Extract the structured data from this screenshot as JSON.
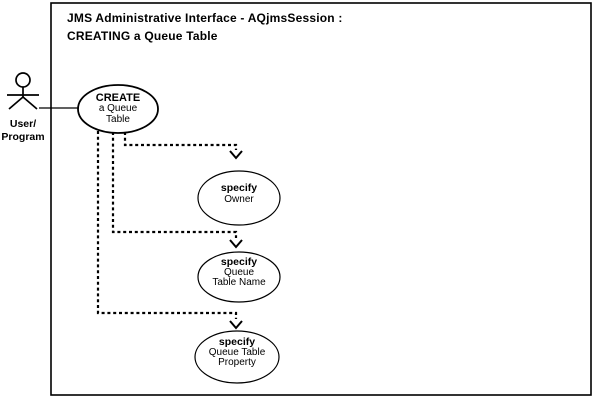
{
  "diagram": {
    "title_line1": "JMS Administrative Interface - AQjmsSession :",
    "title_line2": "CREATING a Queue Table"
  },
  "actor": {
    "label_line1": "User/",
    "label_line2": "Program"
  },
  "use_cases": {
    "create": {
      "line1": "CREATE",
      "line2": "a Queue",
      "line3": "Table"
    },
    "specify_owner": {
      "line1": "specify",
      "line2": "Owner"
    },
    "specify_queue_table_name": {
      "line1": "specify",
      "line2": "Queue",
      "line3": "Table Name"
    },
    "specify_queue_table_property": {
      "line1": "specify",
      "line2": "Queue Table",
      "line3": "Property"
    }
  },
  "colors": {
    "ink": "#000000",
    "background": "#ffffff"
  }
}
